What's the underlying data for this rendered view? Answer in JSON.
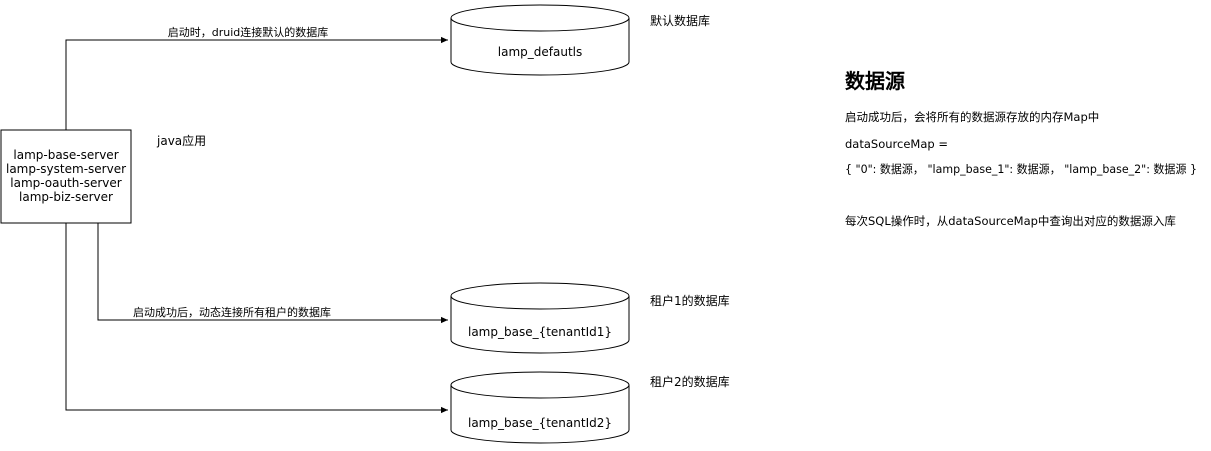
{
  "colors": {
    "stroke": "#000000",
    "fill": "#ffffff",
    "text": "#000000"
  },
  "app_box": {
    "lines": [
      "lamp-base-server",
      "lamp-system-server",
      "lamp-oauth-server",
      "lamp-biz-server"
    ],
    "label": "java应用"
  },
  "edges": {
    "default": "启动时，druid连接默认的数据库",
    "tenants": "启动成功后，动态连接所有租户的数据库"
  },
  "databases": {
    "default": {
      "name": "lamp_defautls",
      "caption": "默认数据库"
    },
    "tenant1": {
      "name": "lamp_base_{tenantId1}",
      "caption": "租户1的数据库"
    },
    "tenant2": {
      "name": "lamp_base_{tenantId2}",
      "caption": "租户2的数据库"
    }
  },
  "notes": {
    "title": "数据源",
    "line1": "启动成功后，会将所有的数据源存放的内存Map中",
    "line2": "dataSourceMap =",
    "line3": "{ \"0\": 数据源， \"lamp_base_1\": 数据源， \"lamp_base_2\": 数据源 }",
    "line4": "每次SQL操作时，从dataSourceMap中查询出对应的数据源入库"
  }
}
